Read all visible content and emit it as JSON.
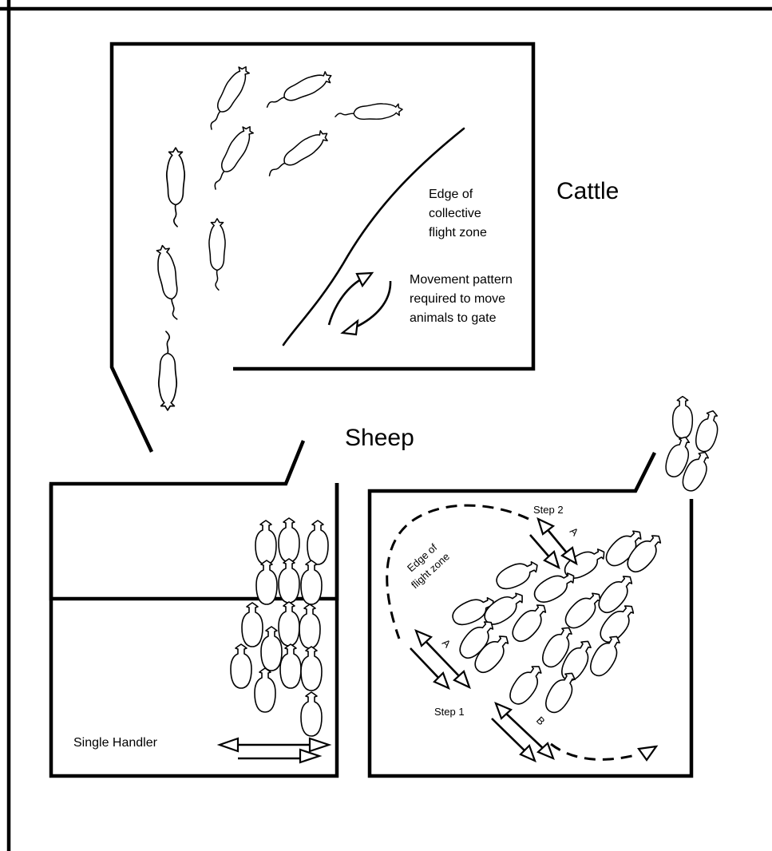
{
  "labels": {
    "cattle": "Cattle",
    "sheep": "Sheep",
    "edge_collective": [
      "Edge of",
      "collective",
      "flight zone"
    ],
    "movement_pattern": [
      "Movement pattern",
      "required to move",
      "animals to gate"
    ],
    "single_handler": "Single Handler",
    "edge_flight_zone": [
      "Edge of",
      "flight zone"
    ],
    "step1": "Step 1",
    "step2": "Step 2",
    "arrow_a": "A",
    "arrow_b": "B"
  }
}
